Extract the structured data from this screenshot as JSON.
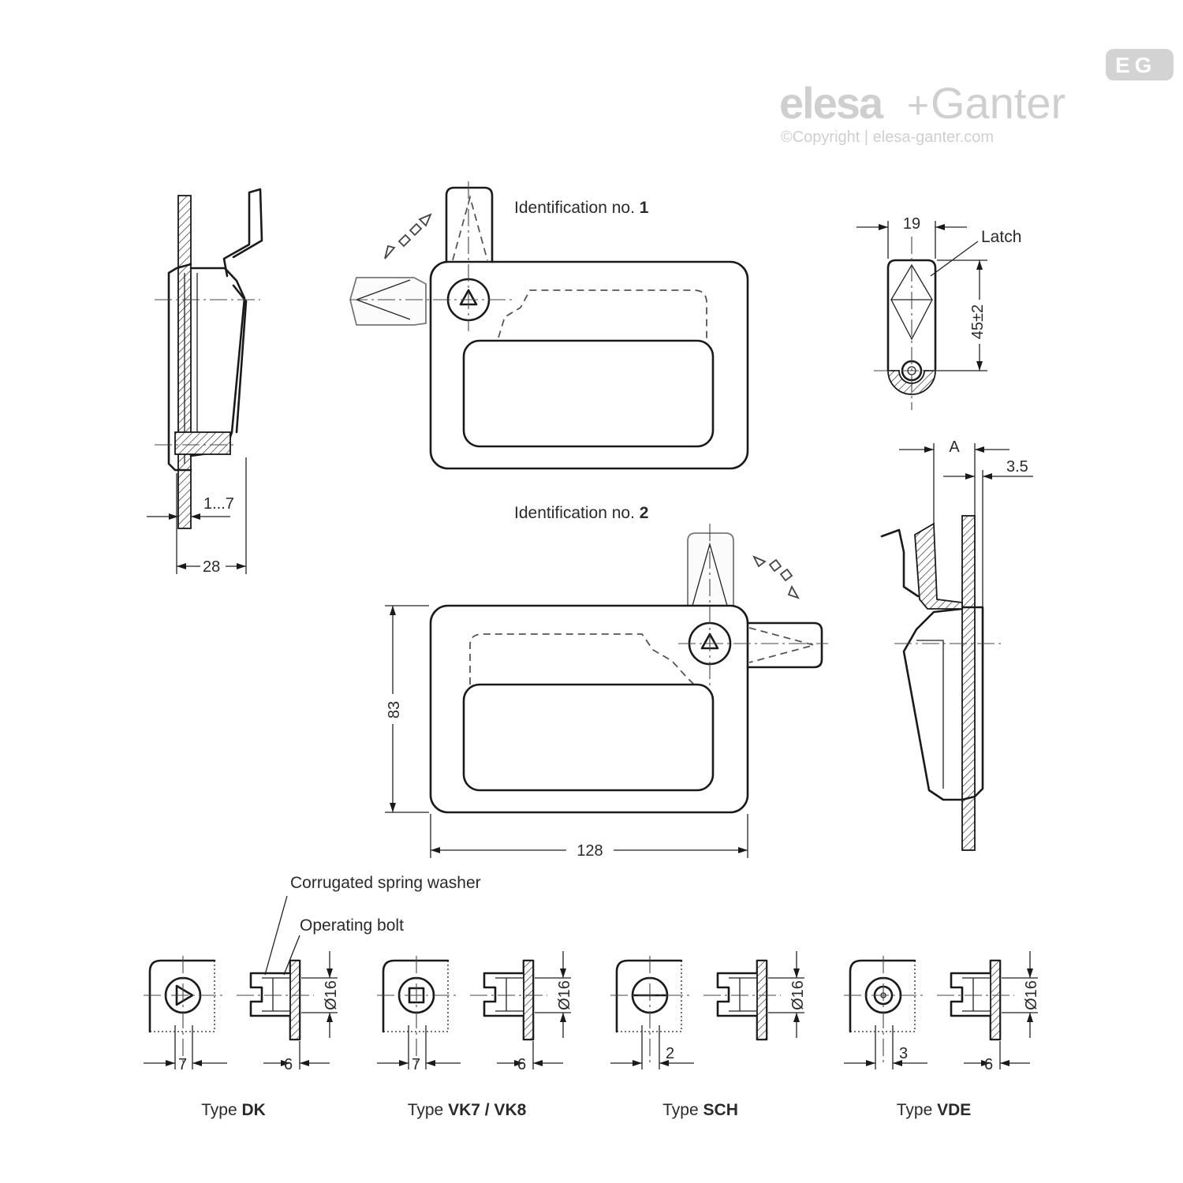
{
  "brand": {
    "logo_left": "elesa",
    "logo_plus": "+",
    "logo_right": "Ganter",
    "copyright": "©Copyright | elesa-ganter.com",
    "badge": "EG"
  },
  "labels": {
    "id1_prefix": "Identification no. ",
    "id1_num": "1",
    "id2_prefix": "Identification no. ",
    "id2_num": "2",
    "latch": "Latch",
    "washer": "Corrugated spring washer",
    "bolt": "Operating bolt"
  },
  "dimensions": {
    "side_range": "1...7",
    "side_depth": "28",
    "latch_width": "19",
    "latch_length": "45±2",
    "a": "A",
    "offset": "3.5",
    "height": "83",
    "width": "128",
    "dia": "Ø16"
  },
  "types": [
    {
      "prefix": "Type ",
      "name": "DK",
      "dim_front": "7",
      "dim_side": "6"
    },
    {
      "prefix": "Type ",
      "name": "VK7 / VK8",
      "dim_front": "7",
      "dim_side": "6"
    },
    {
      "prefix": "Type ",
      "name": "SCH",
      "dim_front": "2",
      "dim_side": ""
    },
    {
      "prefix": "Type ",
      "name": "VDE",
      "dim_front": "3",
      "dim_side": "6"
    }
  ]
}
